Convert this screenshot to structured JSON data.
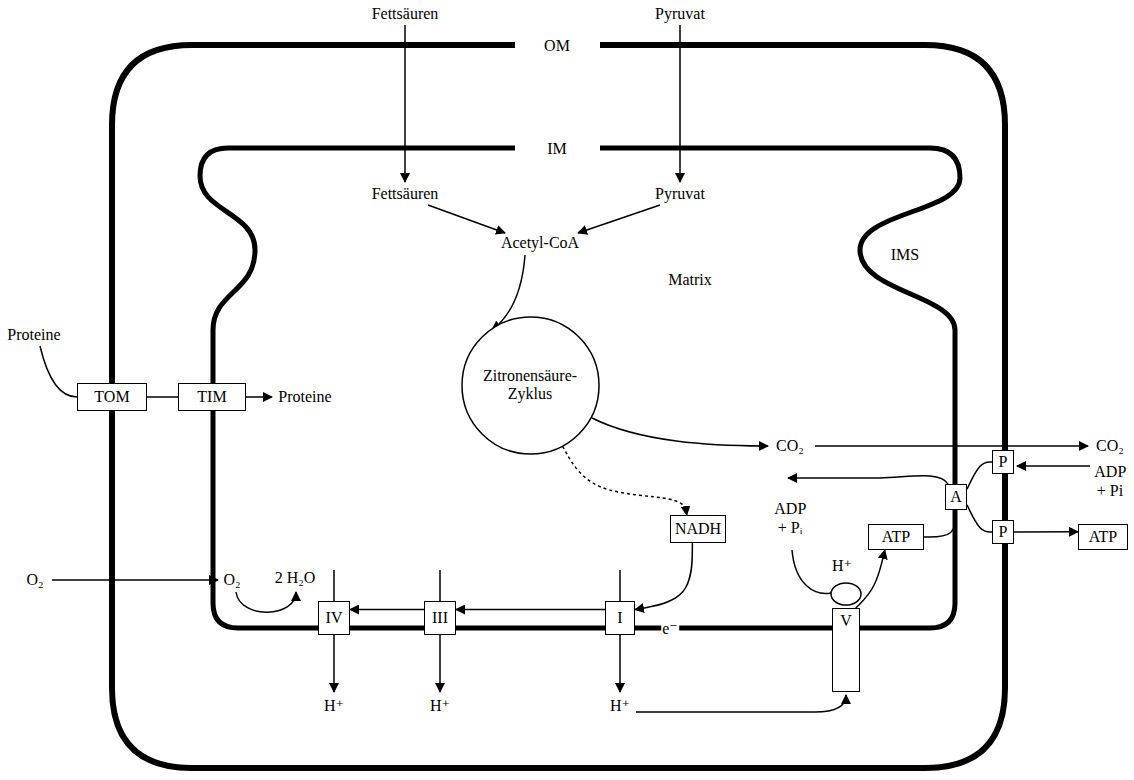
{
  "diagram": {
    "nodes": [
      {
        "text": [
          "TOM"
        ]
      },
      {
        "text": [
          "TIM"
        ]
      },
      {
        "text": [
          "Zitronensäure- Zyklus"
        ]
      },
      {
        "text": [
          "P"
        ]
      },
      {
        "text": [
          "A"
        ]
      },
      {
        "text": [
          "NADH"
        ]
      },
      {
        "text": [
          "ATP"
        ]
      },
      {
        "text": [
          "P"
        ]
      },
      {
        "text": [
          "ATP"
        ]
      },
      {
        "text": [
          "IV"
        ]
      },
      {
        "text": [
          "III"
        ]
      },
      {
        "text": [
          "I"
        ]
      },
      {
        "text": [
          "V"
        ]
      }
    ],
    "edges": [
      {
        "from": 0,
        "to": 1,
        "arrow": "none"
      },
      {
        "from": 2,
        "to": 5,
        "arrow": "to"
      },
      {
        "from": 5,
        "to": 11,
        "label": "e⁻",
        "arrow": "to"
      },
      {
        "from": 11,
        "to": 10,
        "arrow": "to"
      },
      {
        "from": 10,
        "to": 9,
        "arrow": "to"
      },
      {
        "from": 12,
        "to": 6,
        "arrow": "to"
      },
      {
        "from": 6,
        "to": 4,
        "arrow": "none"
      },
      {
        "from": 4,
        "to": 3,
        "arrow": "none"
      },
      {
        "from": 4,
        "to": 7,
        "arrow": "none"
      },
      {
        "from": 7,
        "to": 8,
        "arrow": "to"
      }
    ],
    "labels": [
      "Fettsäuren",
      "Pyruvat",
      "OM",
      "IM",
      "Fettsäuren",
      "Pyruvat",
      "Acetyl-CoA",
      "Matrix",
      "IMS",
      "Proteine",
      "Proteine",
      "CO₂",
      "CO₂",
      "ADP + Pᵢ",
      "ADP + Pi",
      "O₂",
      "O₂",
      "2 H₂O",
      "H⁺",
      "H⁺",
      "H⁺",
      "H⁺"
    ]
  }
}
